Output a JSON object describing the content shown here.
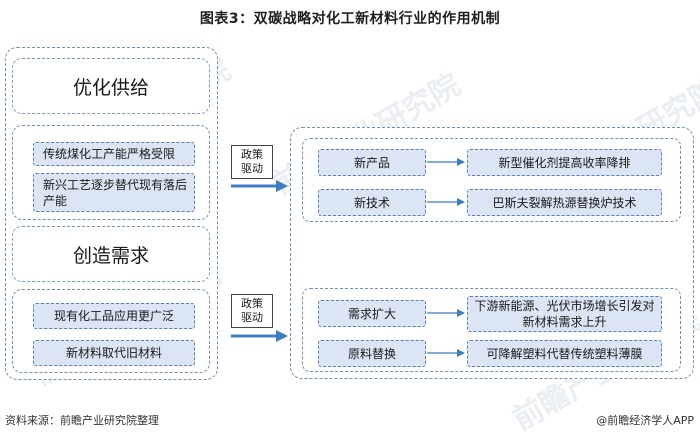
{
  "title": "图表3：双碳战略对化工新材料行业的作用机制",
  "left_panel": {
    "section1": {
      "heading": "优化供给",
      "items": [
        "传统煤化工产能严格受限",
        "新兴工艺逐步替代现有落后产能"
      ]
    },
    "section2": {
      "heading": "创造需求",
      "items": [
        "现有化工品应用更广泛",
        "新材料取代旧材料"
      ]
    }
  },
  "policy_label": [
    "政策",
    "驱动"
  ],
  "right_panel": {
    "group1": [
      {
        "from": "新产品",
        "to": "新型催化剂提高收率降排"
      },
      {
        "from": "新技术",
        "to": "巴斯夫裂解热源替换炉技术"
      }
    ],
    "group2": [
      {
        "from": "需求扩大",
        "to": "下游新能源、光伏市场增长引发对新材料需求上升"
      },
      {
        "from": "原料替换",
        "to": "可降解塑料代替传统塑料薄膜"
      }
    ]
  },
  "footer": {
    "source": "资料来源：前瞻产业研究院整理",
    "brand": "@前瞻经济学人APP"
  },
  "watermark": "前瞻产业研究院",
  "colors": {
    "box_fill": "#dbe5f4",
    "box_border": "#5b7fb5",
    "outer_border": "#6f8fbf",
    "arrow_blue": "#3e7cc4"
  }
}
